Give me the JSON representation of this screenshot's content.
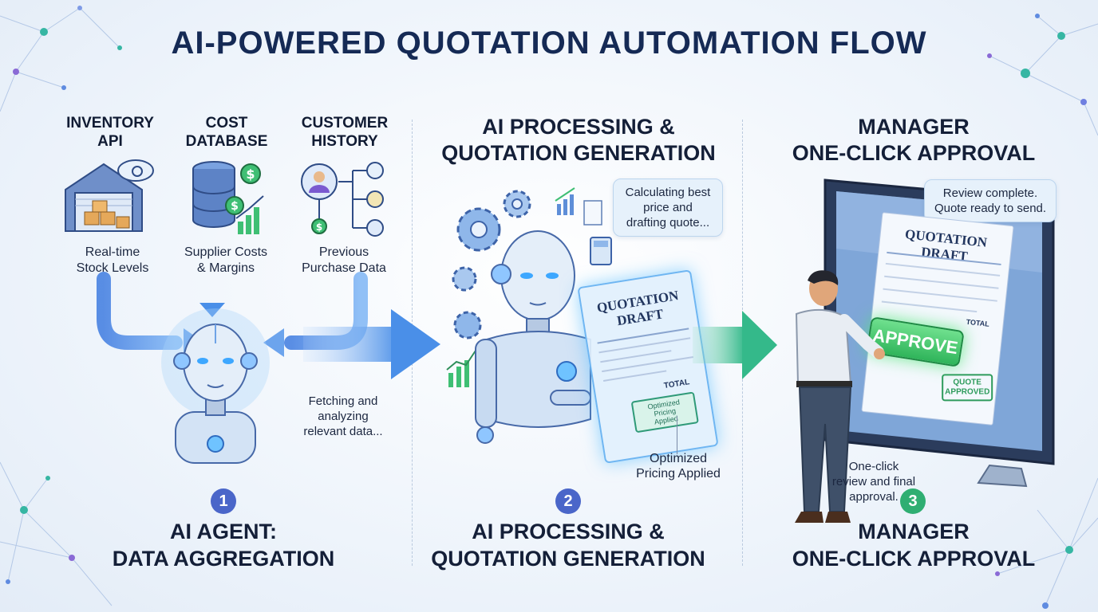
{
  "title": "AI-POWERED QUOTATION AUTOMATION FLOW",
  "sources": [
    {
      "label": "INVENTORY\nAPI",
      "desc": "Real-time\nStock Levels",
      "icon": "warehouse-icon"
    },
    {
      "label": "COST\nDATABASE",
      "desc": "Supplier Costs\n& Margins",
      "icon": "database-icon"
    },
    {
      "label": "CUSTOMER\nHISTORY",
      "desc": "Previous\nPurchase Data",
      "icon": "customer-history-icon"
    }
  ],
  "stage1": {
    "caption": "Fetching and\nanalyzing\nrelevant data...",
    "step": "1",
    "footer": "AI AGENT:\nDATA AGGREGATION"
  },
  "stage2": {
    "heading": "AI PROCESSING &\nQUOTATION GENERATION",
    "bubble": "Calculating best\nprice and\ndrafting quote...",
    "doc_title": "QUOTATION\nDRAFT",
    "stamp": "Optimized\nPricing\nApplied",
    "doc_total": "TOTAL",
    "caption": "Optimized\nPricing Applied",
    "step": "2",
    "footer": "AI PROCESSING &\nQUOTATION GENERATION"
  },
  "stage3": {
    "heading": "MANAGER\nONE-CLICK APPROVAL",
    "bubble": "Review complete.\nQuote ready to send.",
    "doc_title": "QUOTATION DRAFT",
    "button": "APPROVE",
    "stamp": "QUOTE\nAPPROVED",
    "doc_total": "TOTAL",
    "caption": "One-click\nreview and final\napproval.",
    "step": "3",
    "footer": "MANAGER\nONE-CLICK APPROVAL"
  },
  "colors": {
    "title": "#152a55",
    "step1": "#4a66c9",
    "step2": "#4a66c9",
    "step3": "#2fae72",
    "flow_blue": "#4f8fe6",
    "flow_green": "#34b98a",
    "approve_green": "#3ccb6a"
  }
}
